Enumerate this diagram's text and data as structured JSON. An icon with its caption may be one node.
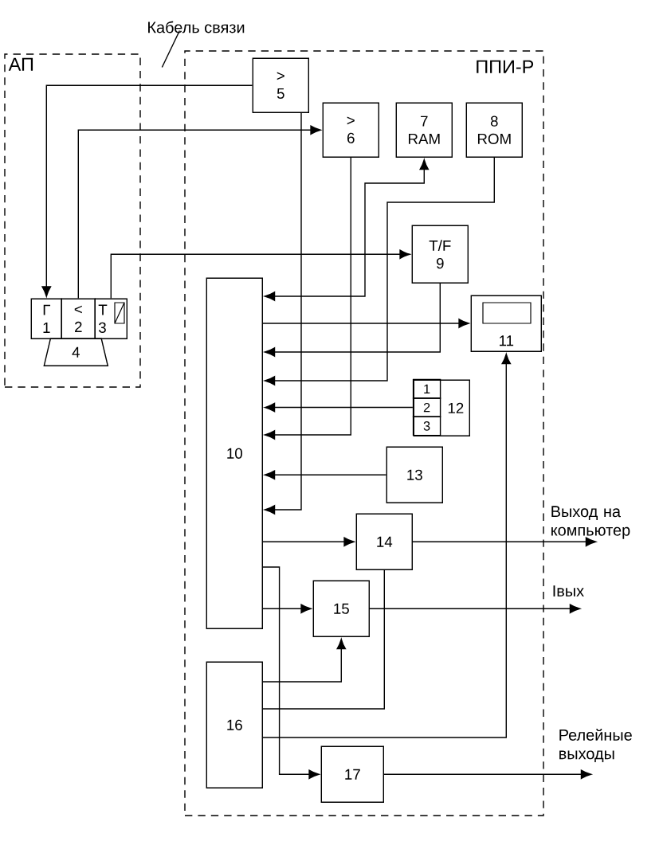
{
  "diagram": {
    "nodes": [
      {
        "text": [
          "АП"
        ]
      },
      {
        "text": [
          "ППИ-Р"
        ]
      },
      {
        "text": [
          "Г",
          "1"
        ],
        "in": 0
      },
      {
        "text": [
          "<",
          "2"
        ],
        "in": 0
      },
      {
        "text": [
          "T",
          "3"
        ],
        "in": 0
      },
      {
        "text": [
          "4"
        ],
        "in": 0
      },
      {
        "text": [
          ">",
          "5"
        ],
        "in": 1
      },
      {
        "text": [
          ">",
          "6"
        ],
        "in": 1
      },
      {
        "text": [
          "7",
          "RAM"
        ],
        "in": 1
      },
      {
        "text": [
          "8",
          "ROM"
        ],
        "in": 1
      },
      {
        "text": [
          "T/F",
          "9"
        ],
        "in": 1
      },
      {
        "text": [
          "10"
        ],
        "in": 1
      },
      {
        "text": [
          "11"
        ],
        "in": 1
      },
      {
        "text": [
          "12"
        ],
        "in": 1
      },
      {
        "text": [
          "1"
        ],
        "in": 13
      },
      {
        "text": [
          "2"
        ],
        "in": 13
      },
      {
        "text": [
          "3"
        ],
        "in": 13
      },
      {
        "text": [
          "13"
        ],
        "in": 1
      },
      {
        "text": [
          "14"
        ],
        "in": 1
      },
      {
        "text": [
          "15"
        ],
        "in": 1
      },
      {
        "text": [
          "16"
        ],
        "in": 1
      },
      {
        "text": [
          "17"
        ],
        "in": 1
      },
      {
        "text": [
          "Кабель связи"
        ]
      }
    ],
    "edges": [
      {
        "from": 6,
        "to": 2,
        "arrow": "to"
      },
      {
        "from": 3,
        "to": 7,
        "arrow": "to"
      },
      {
        "from": 4,
        "to": 10,
        "arrow": "to"
      },
      {
        "from": 6,
        "to": 11,
        "arrow": "to"
      },
      {
        "from": 7,
        "to": 11,
        "arrow": "to"
      },
      {
        "from": 11,
        "to": 8,
        "arrow": "both"
      },
      {
        "from": 9,
        "to": 11,
        "arrow": "to"
      },
      {
        "from": 10,
        "to": 11,
        "arrow": "to"
      },
      {
        "from": 11,
        "to": 12,
        "arrow": "to"
      },
      {
        "from": 15,
        "to": 11,
        "arrow": "to"
      },
      {
        "from": 17,
        "to": 11,
        "arrow": "to"
      },
      {
        "from": 11,
        "to": 18,
        "arrow": "to"
      },
      {
        "from": 11,
        "to": 21,
        "arrow": "to"
      },
      {
        "from": 11,
        "to": 19,
        "arrow": "to"
      },
      {
        "from": 20,
        "to": 19,
        "arrow": "to"
      },
      {
        "from": 20,
        "to": 18,
        "arrow": "none"
      },
      {
        "from": 20,
        "to": 12,
        "arrow": "to"
      },
      {
        "from": 18,
        "to": null,
        "arrow": "to",
        "label": "Выход на компьютер"
      },
      {
        "from": 19,
        "to": null,
        "arrow": "to",
        "label": "Iвых"
      },
      {
        "from": 21,
        "to": null,
        "arrow": "to",
        "label": "Релейные выходы"
      },
      {
        "from": 22,
        "to": null,
        "arrow": "none"
      }
    ]
  }
}
